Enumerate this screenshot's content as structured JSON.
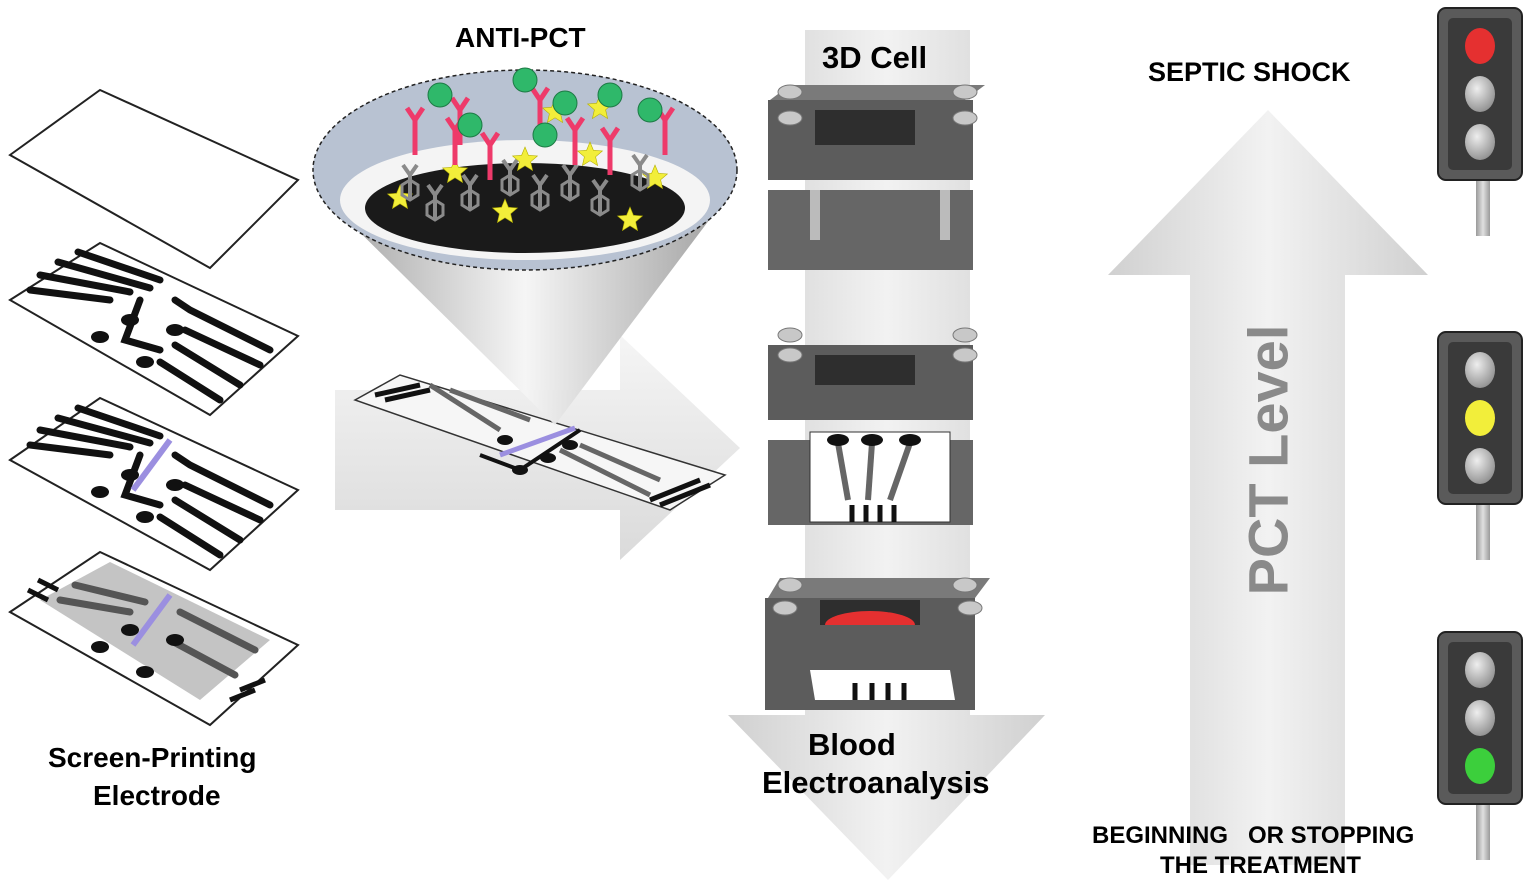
{
  "labels": {
    "screen_printing": "Screen-Printing",
    "electrode": "Electrode",
    "anti_pct": "ANTI-PCT",
    "cell_3d": "3D Cell",
    "blood": "Blood",
    "electroanalysis": "Electroanalysis",
    "septic_shock": "SEPTIC SHOCK",
    "pct_level": "PCT Level",
    "beginning_line1": "BEGINNING   OR STOPPING",
    "beginning_line2": "THE TREATMENT"
  },
  "traffic_lights": [
    {
      "state": "red",
      "active_index": 0,
      "active_color": "#e53030"
    },
    {
      "state": "yellow",
      "active_index": 1,
      "active_color": "#f2ee3a"
    },
    {
      "state": "green",
      "active_index": 2,
      "active_color": "#3ccf3c"
    }
  ],
  "colors": {
    "arrow_fill": "#e6e6e6",
    "device_body": "#5c5c5c",
    "device_top": "#7a7a7a",
    "trace": "#111111",
    "working_electrode": "#9b8fe0",
    "antibody": "#ee3a6a",
    "antigen": "#2fb86a",
    "star": "#f2ee3a",
    "linker": "#8a8a8a",
    "electrode_surface": "#1a1a1a",
    "light_off": "#b8b8b8",
    "light_housing": "#3a3a3a"
  }
}
